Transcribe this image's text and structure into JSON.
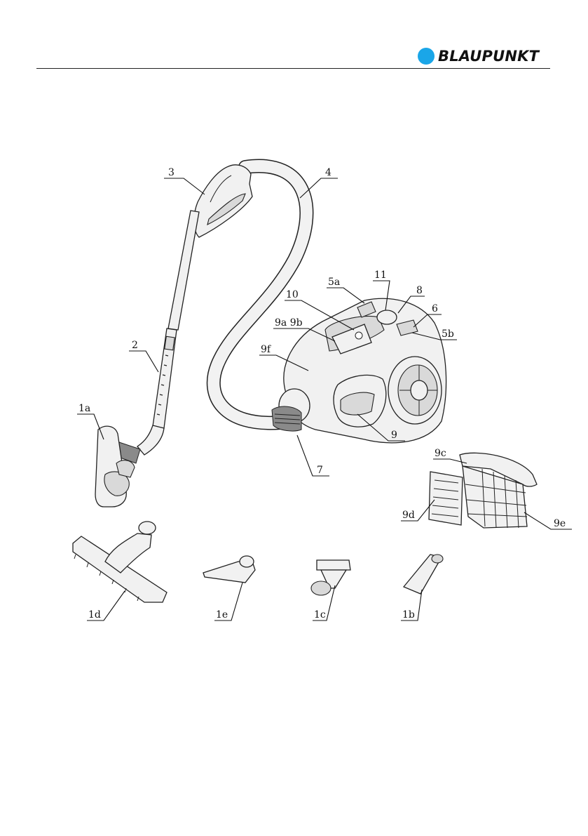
{
  "brand": {
    "name": "BLAUPUNKT",
    "color": "#1aa6e8"
  },
  "labels": {
    "l3": "3",
    "l4": "4",
    "l5a": "5a",
    "l11": "11",
    "l8": "8",
    "l10": "10",
    "l6": "6",
    "l9a9b": "9a 9b",
    "l5b": "5b",
    "l2": "2",
    "l9f": "9f",
    "l1a": "1a",
    "l9": "9",
    "l7": "7",
    "l9c": "9c",
    "l9d": "9d",
    "l9e": "9e",
    "l1d": "1d",
    "l1e": "1e",
    "l1c": "1c",
    "l1b": "1b"
  }
}
